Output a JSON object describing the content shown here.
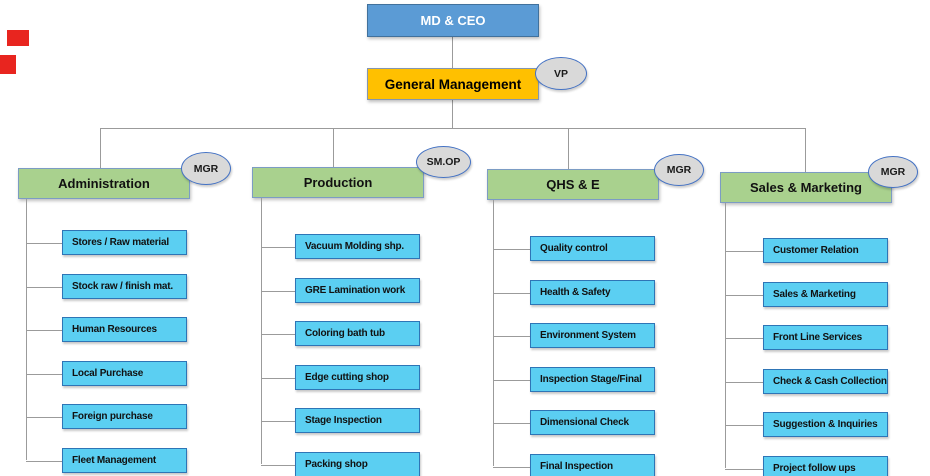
{
  "chart": {
    "root": {
      "label": "MD & CEO"
    },
    "executive": {
      "label": "General Management",
      "badge": "VP"
    },
    "departments": [
      {
        "label": "Administration",
        "badge": "MGR",
        "items": [
          "Stores / Raw material",
          "Stock raw / finish mat.",
          "Human Resources",
          "Local Purchase",
          "Foreign purchase",
          "Fleet Management"
        ]
      },
      {
        "label": "Production",
        "badge": "SM.OP",
        "items": [
          "Vacuum Molding shp.",
          "GRE Lamination work",
          "Coloring bath tub",
          "Edge cutting shop",
          "Stage Inspection",
          "Packing shop"
        ]
      },
      {
        "label": "QHS & E",
        "badge": "MGR",
        "items": [
          "Quality control",
          "Health & Safety",
          "Environment System",
          "Inspection Stage/Final",
          "Dimensional Check",
          "Final Inspection"
        ]
      },
      {
        "label": "Sales & Marketing",
        "badge": "MGR",
        "items": [
          "Customer Relation",
          "Sales & Marketing",
          "Front Line Services",
          "Check & Cash Collection",
          "Suggestion & Inquiries",
          "Project follow ups"
        ]
      }
    ]
  },
  "colors": {
    "root_fill": "#5B9BD5",
    "root_text": "#FFFFFF",
    "executive_fill": "#FFC000",
    "department_fill": "#A9D18E",
    "item_fill": "#5BCFF2",
    "item_border": "#2E75B6",
    "badge_fill": "#D9D9D9",
    "badge_border": "#4472C4",
    "connector": "#9B9B9B",
    "edge_fragment": "#E8251F"
  }
}
